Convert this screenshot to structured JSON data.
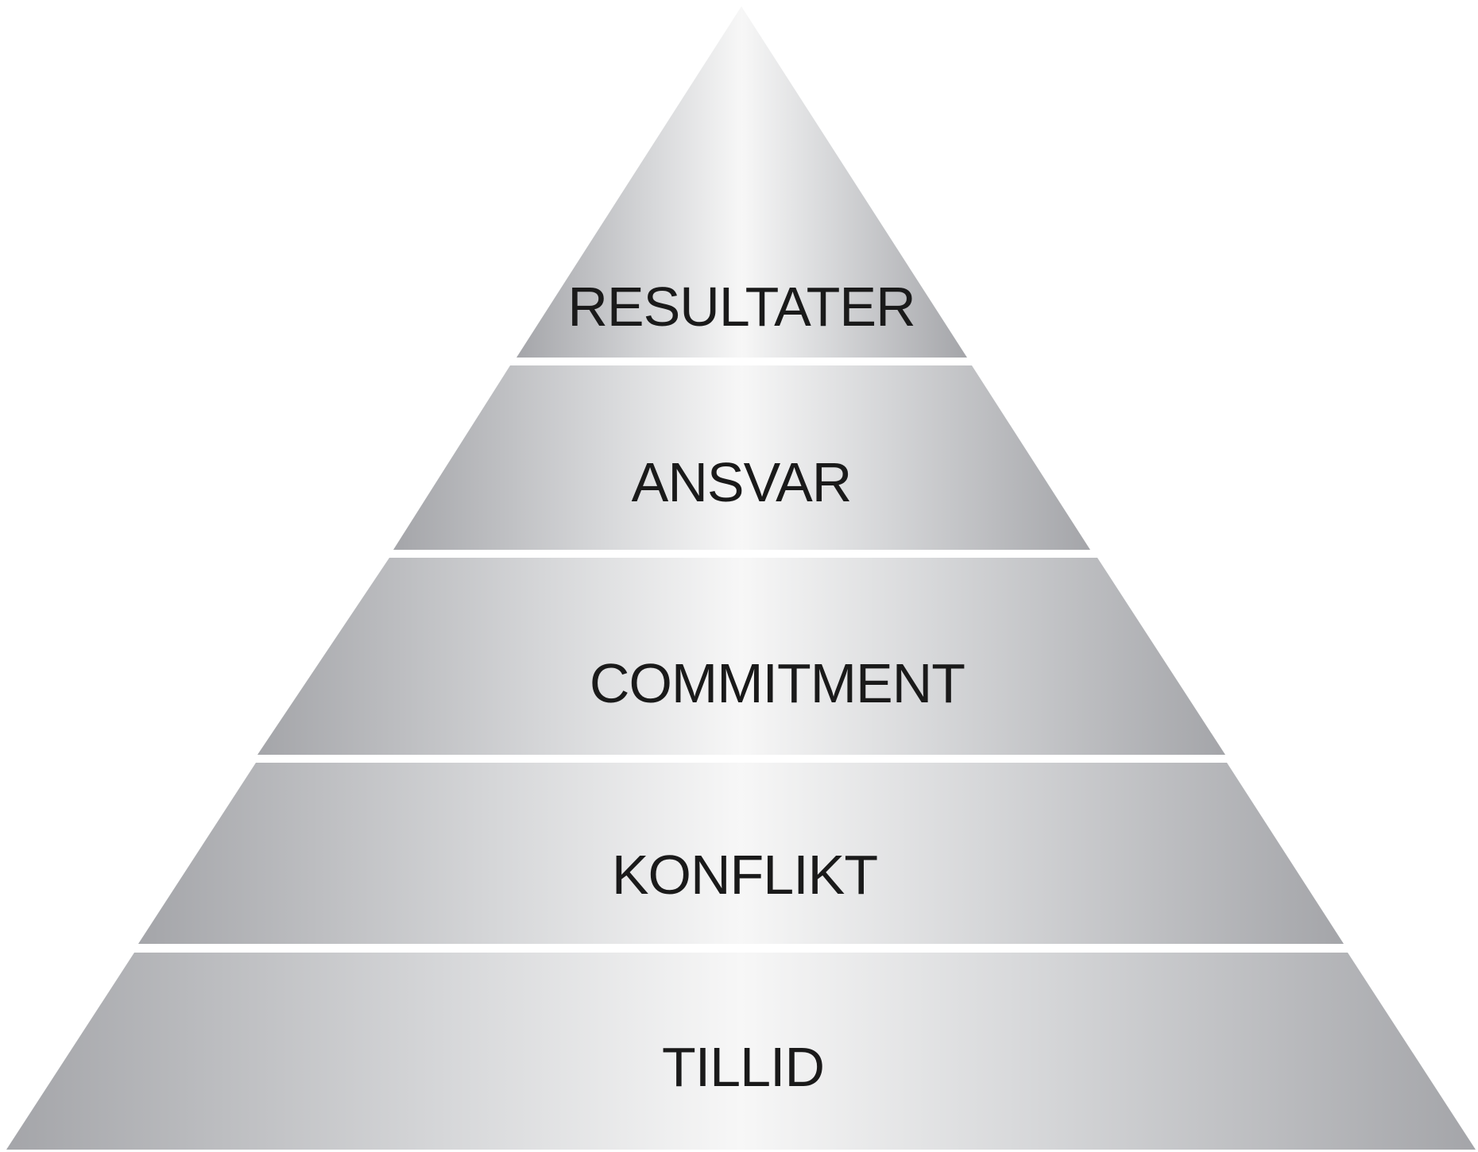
{
  "diagram": {
    "type": "pyramid",
    "tiers_top_to_bottom": [
      {
        "label": "RESULTATER"
      },
      {
        "label": "ANSVAR"
      },
      {
        "label": "COMMITMENT"
      },
      {
        "label": "KONFLIKT"
      },
      {
        "label": "TILLID"
      }
    ],
    "colors": {
      "background": "#ffffff",
      "gradient_edge": "#a4a5a9",
      "gradient_mid": "#d6d7d9",
      "gradient_center": "#f7f7f7",
      "text": "#1a1a1a",
      "separator": "#ffffff"
    }
  }
}
